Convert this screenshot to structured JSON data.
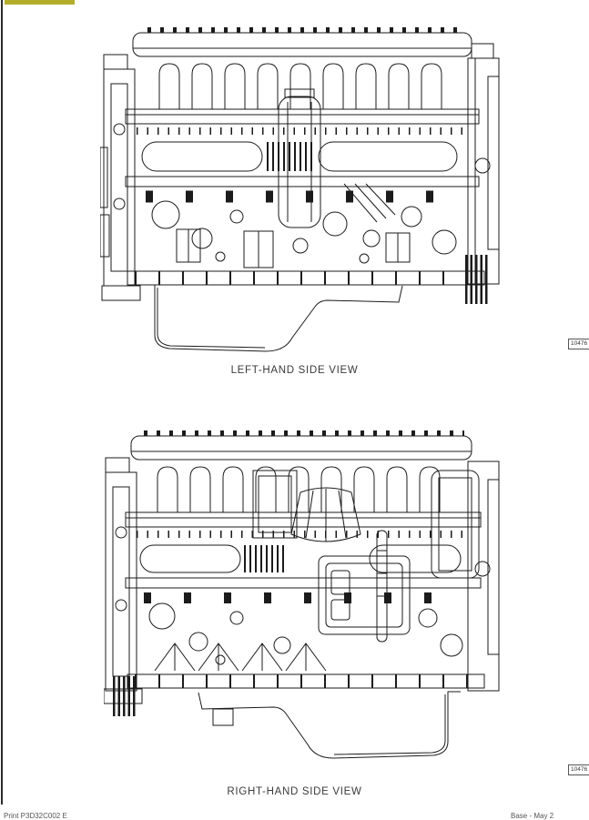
{
  "page": {
    "highlight_color": "#b5ad2c",
    "figures": [
      {
        "caption": "LEFT-HAND SIDE VIEW",
        "figure_number": "10476"
      },
      {
        "caption": "RIGHT-HAND SIDE VIEW",
        "figure_number": "10476"
      }
    ],
    "footer": {
      "left": "Print P3D32C002 E",
      "right": "Base - May 2"
    }
  }
}
